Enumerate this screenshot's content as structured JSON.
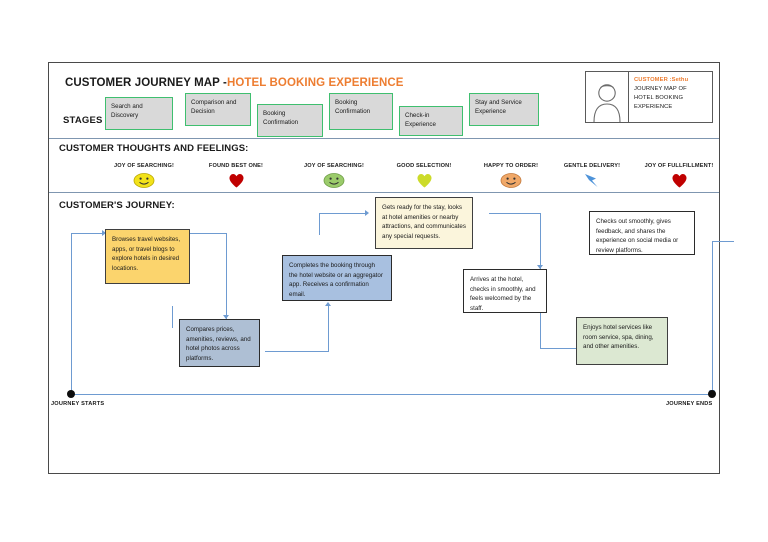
{
  "header": {
    "title_main": "CUSTOMER JOURNEY MAP -",
    "title_accent": "HOTEL BOOKING EXPERIENCE"
  },
  "persona": {
    "avatar_icon": "person-avatar-icon",
    "customer_line": "CUSTOMER :Sethu",
    "line2": "JOURNEY MAP OF",
    "line3": "HOTEL BOOKING",
    "line4": "EXPERIENCE"
  },
  "stages": {
    "label": "STAGES :",
    "items": [
      {
        "text": "Search and Discovery"
      },
      {
        "text": "Comparison and Decision"
      },
      {
        "text": "Booking Confirmation"
      },
      {
        "text": "Booking Confirmation"
      },
      {
        "text": "Check-in Experience"
      },
      {
        "text": "Stay and Service Experience"
      }
    ]
  },
  "feelings": {
    "section_title": "CUSTOMER THOUGHTS AND FEELINGS:",
    "items": [
      {
        "caption": "JOY OF SEARCHING!",
        "icon": "smiley-face-icon",
        "color": "#F2E21A"
      },
      {
        "caption": "FOUND BEST ONE!",
        "icon": "heart-icon",
        "color": "#C00000"
      },
      {
        "caption": "JOY OF SEARCHING!",
        "icon": "smiley-face-icon",
        "color": "#9BCB6B"
      },
      {
        "caption": "GOOD SELECTION!",
        "icon": "heart-icon",
        "color": "#CCDB2A"
      },
      {
        "caption": "HAPPY TO ORDER!",
        "icon": "smiley-face-icon",
        "color": "#F0A868"
      },
      {
        "caption": "GENTLE DELIVERY!",
        "icon": "lightning-bolt-icon",
        "color": "#4E93D9"
      },
      {
        "caption": "JOY OF FULLFILLMENT!",
        "icon": "heart-icon",
        "color": "#C00000"
      }
    ]
  },
  "journey": {
    "section_title": "CUSTOMER'S JOURNEY:",
    "start_label": "JOURNEY  STARTS",
    "end_label": "JOURNEY ENDS",
    "boxes": [
      {
        "text": "Browses travel websites, apps, or travel blogs to explore hotels in desired locations."
      },
      {
        "text": "Compares prices, amenities, reviews, and hotel photos across platforms."
      },
      {
        "text": "Completes the booking through the hotel website or an aggregator app. Receives a confirmation email."
      },
      {
        "text": "Gets ready for the stay, looks at hotel amenities or nearby attractions, and communicates any special requests."
      },
      {
        "text": "Arrives at the hotel, checks in smoothly, and feels welcomed by the staff."
      },
      {
        "text": "Checks out smoothly, gives feedback, and shares the experience on social media or review platforms."
      },
      {
        "text": "Enjoys hotel services like room service, spa, dining, and other amenities."
      }
    ]
  }
}
